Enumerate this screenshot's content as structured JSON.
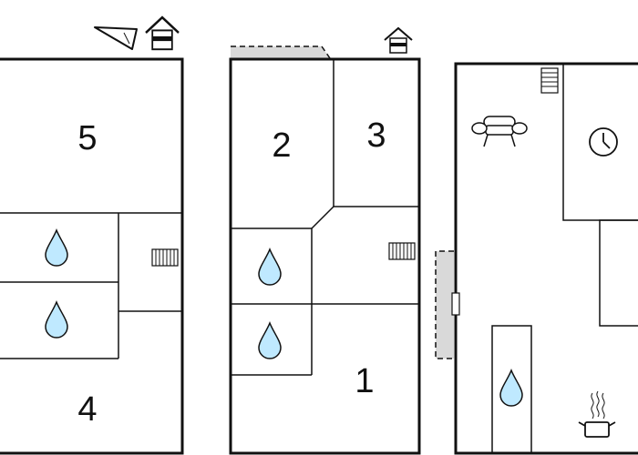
{
  "floorplan": {
    "room_numbers": {
      "room_1": "1",
      "room_2": "2",
      "room_3": "3",
      "room_4": "4",
      "room_5": "5"
    },
    "icons": {
      "north_arrow": "compass-arrow-icon",
      "floor_indicator": "floor-level-icon",
      "water_drop": "water-drop-icon",
      "radiator": "radiator-icon",
      "sofa": "sofa-icon",
      "clock": "clock-icon",
      "cooking_pot": "cooking-pot-icon",
      "stairs": "stairs-icon"
    },
    "colors": {
      "wall": "#111111",
      "water": "#bfe9ff",
      "terrace": "#d9d9d9"
    }
  }
}
